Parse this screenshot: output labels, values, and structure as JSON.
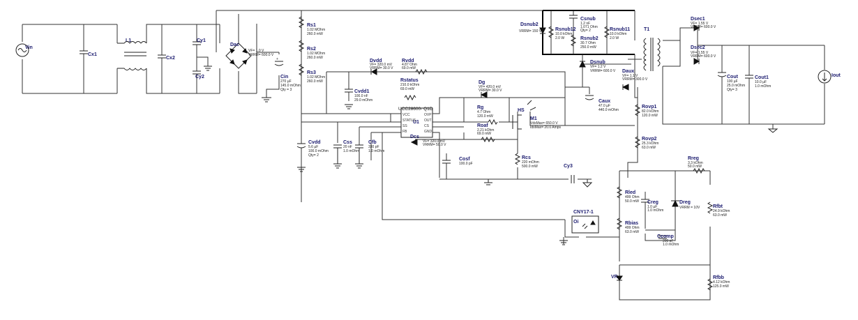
{
  "components": {
    "vin": {
      "ref": "Vin"
    },
    "cx1": {
      "ref": "Cx1"
    },
    "l1": {
      "ref": "L1"
    },
    "cx2": {
      "ref": "Cx2"
    },
    "cy1": {
      "ref": "Cy1"
    },
    "cy2": {
      "ref": "Cy2"
    },
    "dac": {
      "ref": "Dac",
      "values": [
        "VF= 1.0 V",
        "VRRM= 600.0 V"
      ]
    },
    "cin": {
      "ref": "Cin",
      "values": [
        "270 µF",
        "145.0 mOhm",
        "Qty = 3"
      ]
    },
    "rs1": {
      "ref": "Rs1",
      "values": [
        "1.02 MOhm",
        "260.0 mW"
      ]
    },
    "rs2": {
      "ref": "Rs2",
      "values": [
        "1.02 MOhm",
        "260.0 mW"
      ]
    },
    "rs3": {
      "ref": "Rs3",
      "values": [
        "1.02 MOhm",
        "260.0 mW"
      ]
    },
    "cvdd": {
      "ref": "Cvdd",
      "values": [
        "5.6 µF",
        "100.0 mOhm",
        "Qty= 2"
      ]
    },
    "dvdd": {
      "ref": "Dvdd",
      "values": [
        "VF= 320.0 mV",
        "VRRM= 30.0 V"
      ]
    },
    "rvdd": {
      "ref": "Rvdd",
      "values": [
        "4.87 Ohm",
        "69.0 mW"
      ]
    },
    "cvdd1": {
      "ref": "Cvdd1",
      "values": [
        "100.0 nF",
        "29.0 mOhm"
      ]
    },
    "rstatus": {
      "ref": "Rstatus",
      "values": [
        "210.0 kOhm",
        "69.0 mW"
      ]
    },
    "dg": {
      "ref": "Dg",
      "values": [
        "VF= 420.0 mV",
        "VRRM= 30.0 V"
      ]
    },
    "rg": {
      "ref": "Rg",
      "values": [
        "4.7 Ohm",
        "120.0 mW"
      ]
    },
    "roaf": {
      "ref": "Roaf",
      "values": [
        "2.21 kOhm",
        "69.0 mW"
      ]
    },
    "u1": {
      "ref": "U1",
      "part": "UCC28600- Q1D",
      "pins": [
        "VCC",
        "STATUS",
        "SS",
        "FB",
        "OVP",
        "OUT",
        "CS",
        "GND"
      ]
    },
    "css": {
      "ref": "Css",
      "values": [
        "20 nF",
        "1.0 mOhm"
      ]
    },
    "cfb": {
      "ref": "Cfb",
      "values": [
        "330 pF",
        "1.0 mOhm"
      ]
    },
    "dcs": {
      "ref": "Dcs",
      "values": [
        "VF= 320.0 mV",
        "VRRM= 50.0 V"
      ]
    },
    "cosf": {
      "ref": "Cosf",
      "values": [
        "100.0 pF"
      ]
    },
    "hs": {
      "ref": "HS"
    },
    "m1": {
      "ref": "M1",
      "values": [
        "VdsMax= 650.0 V",
        "IdsMax= 20.0 Amps"
      ]
    },
    "rcs": {
      "ref": "Rcs",
      "values": [
        "220 mOhm",
        "500.0 mW"
      ]
    },
    "cy3": {
      "ref": "Cy3"
    },
    "dsnub2": {
      "ref": "Dsnub2",
      "values": [
        "VRRM= 150 V"
      ]
    },
    "rsnub12": {
      "ref": "Rsnub12",
      "values": [
        "10.0 kOhm",
        "2.0 W"
      ]
    },
    "csnub": {
      "ref": "Csnub",
      "values": [
        "1.2 nF",
        "1.071 Ohm",
        "Qty= 2"
      ]
    },
    "rsnub2": {
      "ref": "Rsnub2",
      "values": [
        "30.7 Ohm",
        "250.0 mW"
      ]
    },
    "rsnub11": {
      "ref": "Rsnub11",
      "values": [
        "10.0 kOhm",
        "2.0 W"
      ]
    },
    "dsnub": {
      "ref": "Dsnub",
      "values": [
        "VF= 1.2 V",
        "VRRM= 600.0 V"
      ]
    },
    "caux": {
      "ref": "Caux",
      "values": [
        "47.0 µF",
        "440.0 mOhm"
      ]
    },
    "daux": {
      "ref": "Daux",
      "values": [
        "VF= 1.1 V",
        "VRRM= 300.0 V"
      ]
    },
    "t1": {
      "ref": "T1"
    },
    "rovp1": {
      "ref": "Rovp1",
      "values": [
        "82.0 kOhm",
        "120.0 mW"
      ]
    },
    "rovp2": {
      "ref": "Rovp2",
      "values": [
        "25.3 kOhm",
        "63.0 mW"
      ]
    },
    "dsec1": {
      "ref": "Dsec1",
      "values": [
        "VF= 1.55 V",
        "VRRM= 600.0 V"
      ]
    },
    "dsec2": {
      "ref": "Dsec2",
      "values": [
        "VF= 1.55 V",
        "VRRM= 600.0 V"
      ]
    },
    "cout": {
      "ref": "Cout",
      "values": [
        "100 µF",
        "25.0 mOhm",
        "Qty= 3"
      ]
    },
    "cout1": {
      "ref": "Cout1",
      "values": [
        "10.0 µF",
        "1.0 mOhm"
      ]
    },
    "iout": {
      "ref": "Iout"
    },
    "rreg": {
      "ref": "Rreg",
      "values": [
        "3.3 kOhm",
        "50.0 mW"
      ]
    },
    "rled": {
      "ref": "Rled",
      "values": [
        "499 Ohm",
        "50.0 mW"
      ]
    },
    "creg": {
      "ref": "Creg",
      "values": [
        "1.0 µF",
        "1.0 mOhm"
      ]
    },
    "dreg": {
      "ref": "Dreg",
      "values": [
        "VRRM = 10V"
      ]
    },
    "cny": {
      "ref": "CNY17-1",
      "sub": "Oi"
    },
    "rbias": {
      "ref": "Rbias",
      "values": [
        "499 Ohm",
        "63.0 mW"
      ]
    },
    "ccomp": {
      "ref": "Ccomp",
      "values": [
        "200 pF",
        "1.0 mOhm"
      ]
    },
    "rfbt": {
      "ref": "Rfbt",
      "values": [
        "24.9 kOhm",
        "63.0 mW"
      ]
    },
    "vr": {
      "ref": "VR"
    },
    "rfbb": {
      "ref": "Rfbb",
      "values": [
        "4.12 kOhm",
        "125.0 mW"
      ]
    }
  }
}
